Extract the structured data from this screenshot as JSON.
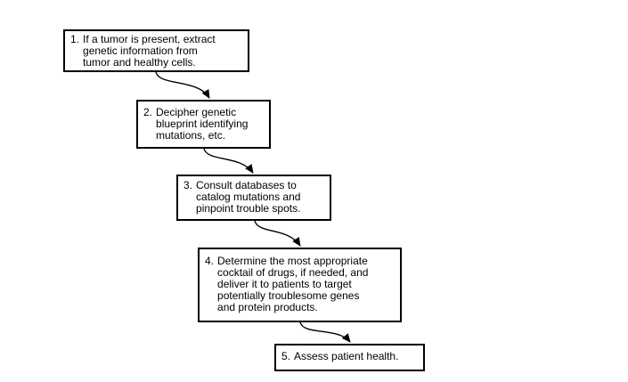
{
  "canvas": {
    "background": "#ffffff"
  },
  "flowchart": {
    "box_border_color": "#000000",
    "box_fill_color": "#ffffff",
    "text_color": "#000000",
    "arrow_color": "#000000",
    "steps": [
      {
        "number": "1.",
        "text": "If a tumor is present, extract\ngenetic information from\ntumor and healthy cells."
      },
      {
        "number": "2.",
        "text": "Decipher genetic\nblueprint identifying\nmutations, etc."
      },
      {
        "number": "3.",
        "text": "Consult databases to\ncatalog mutations and\npinpoint trouble spots."
      },
      {
        "number": "4.",
        "text": "Determine the most appropriate\ncocktail of drugs, if needed, and\ndeliver it to patients to target\npotentially troublesome genes\nand protein products."
      },
      {
        "number": "5.",
        "text": "Assess patient health."
      }
    ],
    "connections": [
      {
        "from": "1",
        "to": "2"
      },
      {
        "from": "2",
        "to": "3"
      },
      {
        "from": "3",
        "to": "4"
      },
      {
        "from": "4",
        "to": "5"
      }
    ]
  }
}
